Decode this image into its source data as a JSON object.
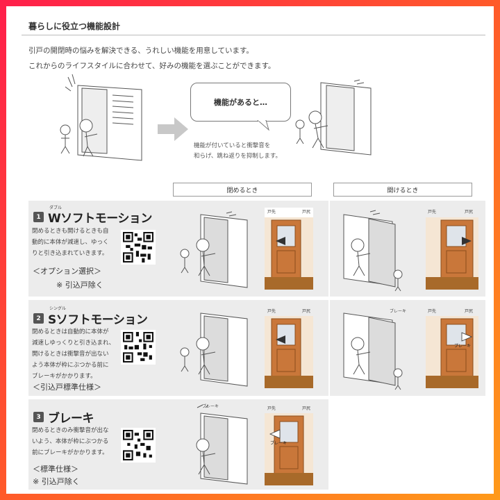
{
  "header": {
    "title": "暮らしに役立つ機能設計"
  },
  "intro": {
    "line1": "引戸の開閉時の悩みを解決できる、うれしい機能を用意しています。",
    "line2": "これからのライフスタイルに合わせて、好みの機能を選ぶことができます。"
  },
  "bubble": {
    "text": "機能があると…",
    "caption1": "機能が付いていると衝撃音を",
    "caption2": "和らげ、跳ね返りを抑制します。"
  },
  "columns": {
    "closing": "閉めるとき",
    "opening": "開けるとき"
  },
  "door_labels": {
    "tosaki": "戸先",
    "tojiri": "戸尻",
    "brake": "ブレーキ"
  },
  "features": [
    {
      "number": "1",
      "ruby": "ダブル",
      "title": "Wソフトモーション",
      "desc": [
        "閉めるときも開けるときも自",
        "動的に本体が減速し、ゆっく",
        "りと引き込まれていきます。"
      ],
      "option1": "＜オプション選択＞",
      "option2": "※ 引込戸除く"
    },
    {
      "number": "2",
      "ruby": "シングル",
      "title": "Sソフトモーション",
      "desc": [
        "閉めるときは自動的に本体が",
        "減速しゆっくりと引き込まれ、",
        "開けるときは衝撃音が出ない",
        "よう本体が枠にぶつかる前に",
        "ブレーキがかかります。"
      ],
      "option1": "＜引込戸標準仕様＞",
      "option2": ""
    },
    {
      "number": "3",
      "ruby": "",
      "title": "ブレーキ",
      "desc": [
        "閉めるときのみ衝撃音が出な",
        "いよう、本体が枠にぶつかる",
        "前にブレーキがかかります。"
      ],
      "option1": "＜標準仕様＞",
      "option2": "※ 引込戸除く"
    }
  ],
  "colors": {
    "frame_gradient_start": "#ff1f4b",
    "frame_gradient_end": "#ff9a1a",
    "panel_bg": "#ececec",
    "door_wood": "#c9773a",
    "floor": "#a86a2a"
  }
}
